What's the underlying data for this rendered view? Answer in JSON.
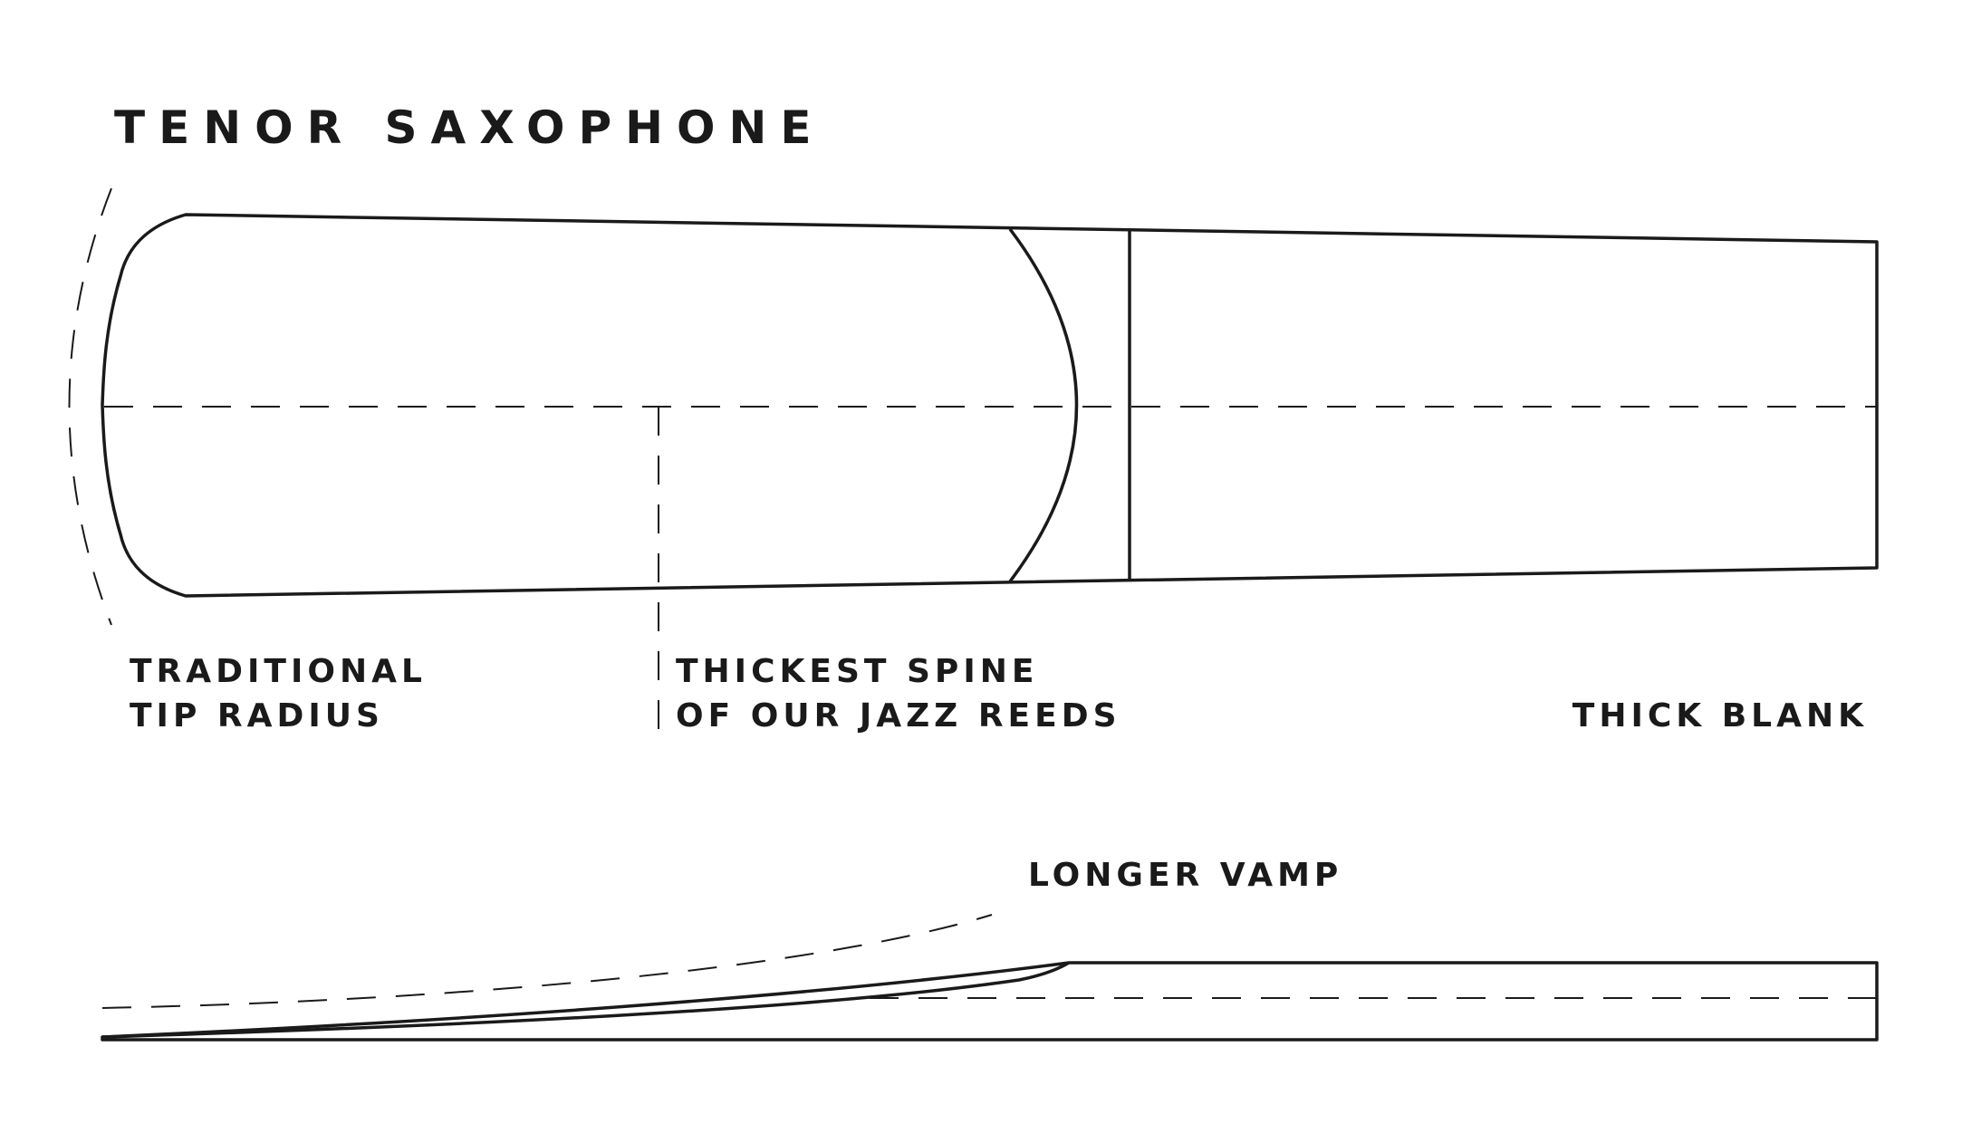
{
  "title": "TENOR SAXOPHONE",
  "labels": {
    "tip_radius": [
      "TRADITIONAL",
      "TIP RADIUS"
    ],
    "spine": [
      "THICKEST SPINE",
      "OF OUR JAZZ REEDS"
    ],
    "blank": "THICK BLANK",
    "vamp": "LONGER VAMP"
  },
  "colors": {
    "ink": "#1a1a1a",
    "background": "#ffffff"
  }
}
